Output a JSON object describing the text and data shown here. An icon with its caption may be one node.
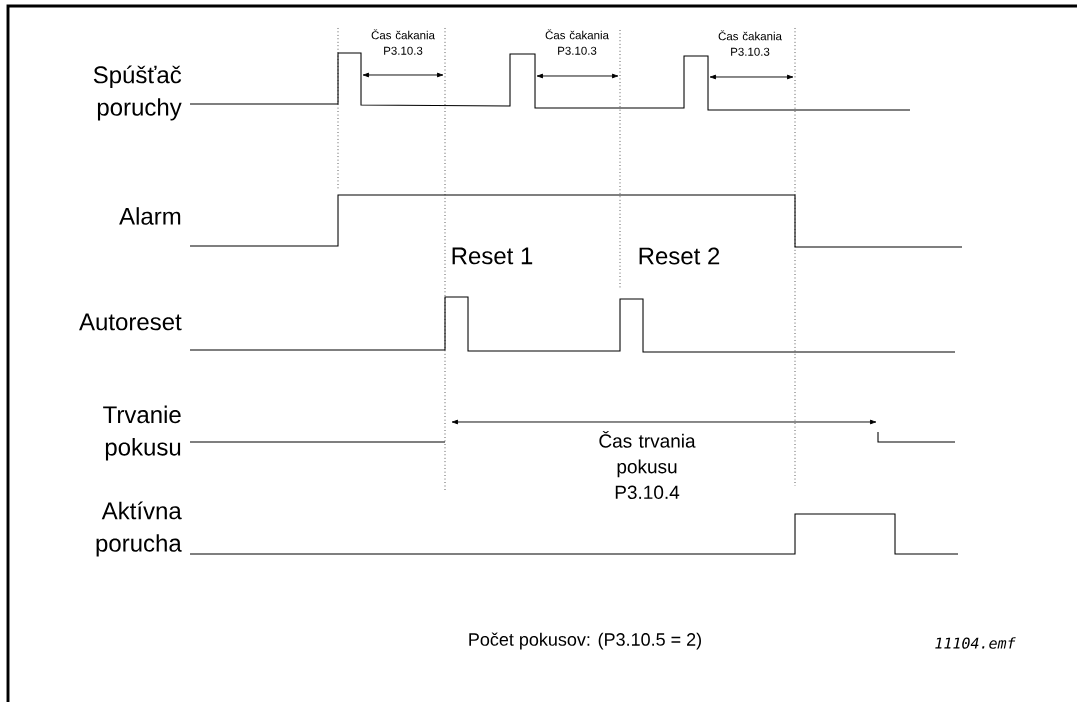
{
  "diagram": {
    "labels": [
      "Čas čakania P3.10.3",
      "Čas čakania P3.10.3",
      "Čas čakania P3.10.3",
      "Spúšťač poruchy",
      "Alarm",
      "Reset 1",
      "Reset 2",
      "Autoreset",
      "Trvanie pokusu",
      "Čas trvania pokusu P3.10.4",
      "Aktívna porucha",
      "Počet pokusov: (P3.10.5 = 2)",
      "11104.emf"
    ]
  }
}
